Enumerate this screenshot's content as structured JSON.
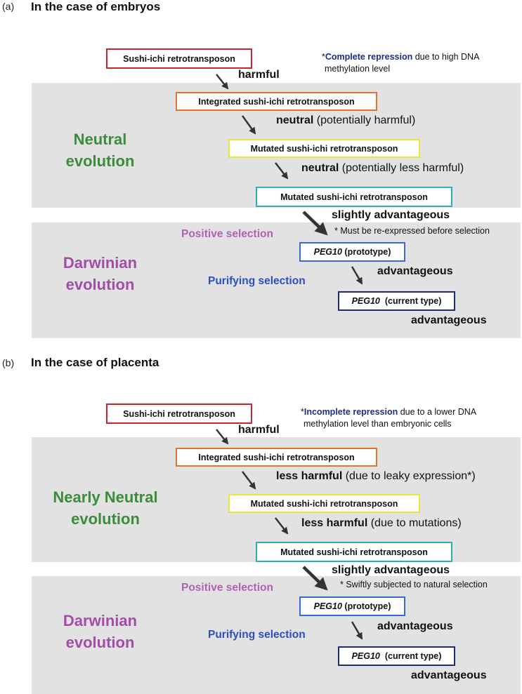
{
  "panels": [
    {
      "label": "(a)",
      "title": "In the case of embryos",
      "nodes": {
        "sushi": "Sushi-ichi retrotransposon",
        "integrated": "Integrated sushi-ichi retrotransposon",
        "mutated1": "Mutated sushi-ichi retrotransposon",
        "mutated2": "Mutated sushi-ichi retrotransposon",
        "peg_proto_gene": "PEG10",
        "peg_proto_suffix": " (prototype)",
        "peg_curr_gene": "PEG10",
        "peg_curr_suffix": "  (current type)"
      },
      "labels": {
        "harmful": "harmful",
        "step2_bold": "neutral",
        "step2_rest": " (potentially harmful)",
        "step3_bold": "neutral",
        "step3_rest": " (potentially less harmful)",
        "slightly": "slightly advantageous",
        "adv1": "advantageous",
        "adv2": "advantageous"
      },
      "note_top": {
        "star": "*",
        "bold": "Complete repression",
        "rest": " due to high DNA",
        "line2": "methylation level"
      },
      "note_selection": "* Must be re-expressed before selection",
      "upper_band_line1": "Neutral",
      "upper_band_line2": "evolution",
      "lower_band_line1": "Darwinian",
      "lower_band_line2": "evolution",
      "positive_selection": "Positive selection",
      "purifying_selection": "Purifying selection"
    },
    {
      "label": "(b)",
      "title": "In the case of placenta",
      "nodes": {
        "sushi": "Sushi-ichi retrotransposon",
        "integrated": "Integrated sushi-ichi retrotransposon",
        "mutated1": "Mutated sushi-ichi retrotransposon",
        "mutated2": "Mutated sushi-ichi retrotransposon",
        "peg_proto_gene": "PEG10",
        "peg_proto_suffix": " (prototype)",
        "peg_curr_gene": "PEG10",
        "peg_curr_suffix": "  (current type)"
      },
      "labels": {
        "harmful": "harmful",
        "step2_bold": "less harmful",
        "step2_rest": " (due to leaky expression*)",
        "step3_bold": "less harmful",
        "step3_rest": " (due to mutations)",
        "slightly": "slightly advantageous",
        "adv1": "advantageous",
        "adv2": "advantageous"
      },
      "note_top": {
        "star": "*",
        "bold": "Incomplete repression",
        "rest": " due to a lower DNA",
        "line2": "methylation level than embryonic cells"
      },
      "note_selection": "* Swiftly subjected to natural selection",
      "upper_band_line1": "Nearly Neutral",
      "upper_band_line2": "evolution",
      "lower_band_line1": "Darwinian",
      "lower_band_line2": "evolution",
      "positive_selection": "Positive selection",
      "purifying_selection": "Purifying selection"
    }
  ],
  "colors": {
    "band": "#e2e2e2",
    "red": "#c8272d",
    "orange": "#e0742a",
    "yellow": "#eee33a",
    "teal": "#2fb0b0",
    "blue": "#3a6ad0",
    "navy": "#1c2c78",
    "green_text": "#3b8c3b",
    "purple_text": "#a24da8",
    "purifying_text": "#2e4fc0"
  }
}
